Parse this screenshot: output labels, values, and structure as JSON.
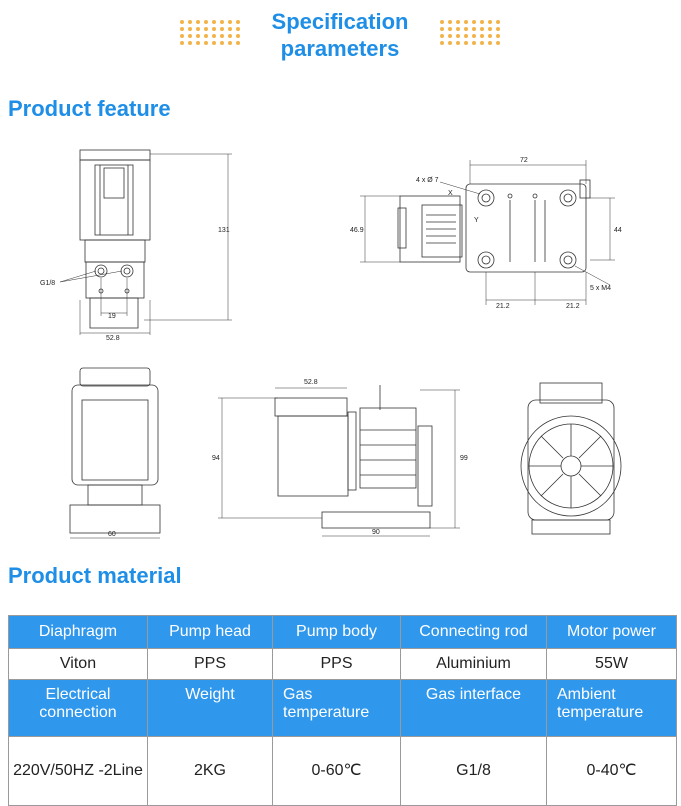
{
  "header": {
    "title": "Specification parameters",
    "accent": "#1e8ee6",
    "dots_color": "#f2b44a"
  },
  "sections": {
    "feature": "Product feature",
    "material": "Product material"
  },
  "drawing": {
    "dims": {
      "front_height": "131",
      "front_port_spacing": "19",
      "front_width": "52.8",
      "port_label": "G1/8",
      "top_width": "72",
      "holes": "4 x Ø 7",
      "top_height": "46.9",
      "top_side": "44",
      "screws": "5 x M4",
      "offset_left": "21.2",
      "offset_right": "21.2",
      "axis_x": "X",
      "axis_y": "Y",
      "back_width": "60",
      "side_head": "52.8",
      "side_height_left": "94",
      "side_height_right": "99",
      "side_length": "90"
    }
  },
  "material_table": {
    "header_bg": "#2f97ec",
    "row1_headers": [
      "Diaphragm",
      "Pump head",
      "Pump body",
      "Connecting rod",
      "Motor power"
    ],
    "row1_values": [
      "Viton",
      "PPS",
      "PPS",
      "Aluminium",
      "55W"
    ],
    "row2_headers": [
      "Electrical connection",
      "Weight",
      "Gas temperature",
      "Gas interface",
      "Ambient temperature"
    ],
    "row2_values": [
      "220V/50HZ -2Line",
      "2KG",
      "0-60℃",
      "G1/8",
      "0-40℃"
    ]
  }
}
